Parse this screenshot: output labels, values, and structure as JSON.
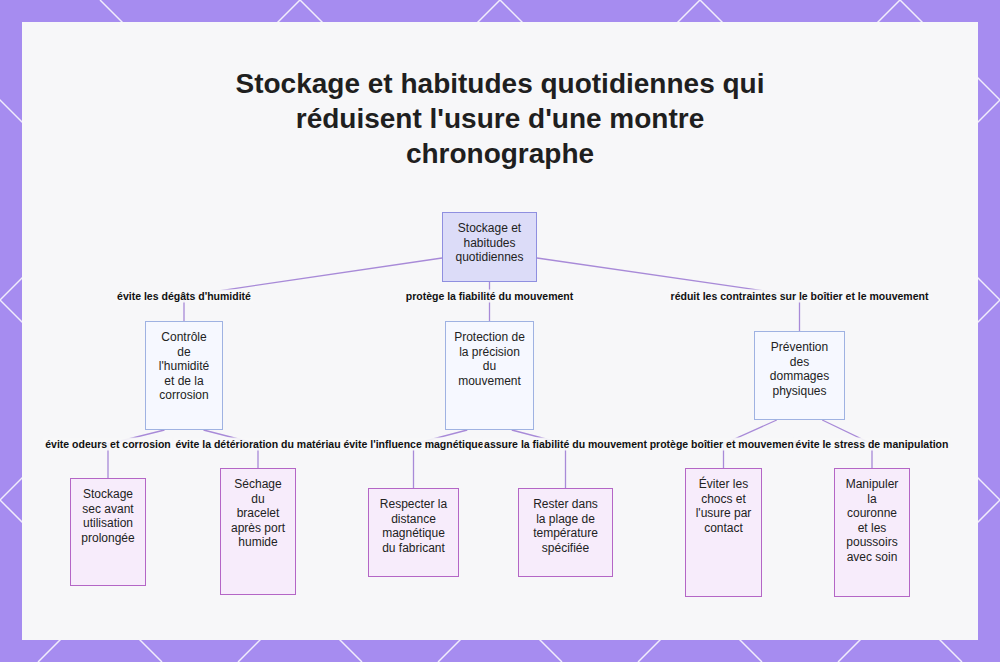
{
  "diagram": {
    "title": "Stockage et habitudes quotidiennes qui réduisent l'usure d'une montre chronographe",
    "nodes": [
      {
        "text": [
          "Stockage et habitudes quotidiennes"
        ]
      },
      {
        "text": [
          "Contrôle de l'humidité et de la corrosion"
        ]
      },
      {
        "text": [
          "Protection de la précision du mouvement"
        ]
      },
      {
        "text": [
          "Prévention des dommages physiques"
        ]
      },
      {
        "text": [
          "Stockage sec avant utilisation prolongée"
        ]
      },
      {
        "text": [
          "Séchage du bracelet après port humide"
        ]
      },
      {
        "text": [
          "Respecter la distance magnétique du fabricant"
        ]
      },
      {
        "text": [
          "Rester dans la plage de température spécifiée"
        ]
      },
      {
        "text": [
          "Éviter les chocs et l'usure par contact"
        ]
      },
      {
        "text": [
          "Manipuler la couronne et les poussoirs avec soin"
        ]
      }
    ],
    "edges": [
      {
        "from": 0,
        "to": 1,
        "label": "évite les dégâts d'humidité",
        "arrow": "none"
      },
      {
        "from": 0,
        "to": 2,
        "label": "protège la fiabilité du mouvement",
        "arrow": "none"
      },
      {
        "from": 0,
        "to": 3,
        "label": "réduit les contraintes sur le boîtier et le mouvement",
        "arrow": "none"
      },
      {
        "from": 1,
        "to": 4,
        "label": "évite odeurs et corrosion",
        "arrow": "none"
      },
      {
        "from": 1,
        "to": 5,
        "label": "évite la détérioration du matériau",
        "arrow": "none"
      },
      {
        "from": 2,
        "to": 6,
        "label": "évite l'influence magnétique",
        "arrow": "none"
      },
      {
        "from": 2,
        "to": 7,
        "label": "assure la fiabilité du mouvement",
        "arrow": "none"
      },
      {
        "from": 3,
        "to": 8,
        "label": "protège boîtier et mouvement",
        "arrow": "none"
      },
      {
        "from": 3,
        "to": 9,
        "label": "évite le stress de manipulation",
        "arrow": "none"
      }
    ]
  }
}
